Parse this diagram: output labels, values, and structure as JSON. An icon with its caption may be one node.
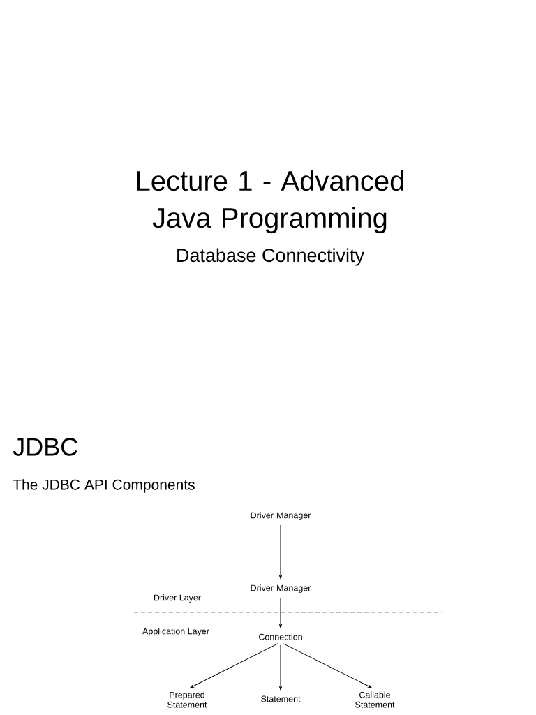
{
  "diagram": {
    "title": "Lecture 1 - Advanced Java Programming",
    "nodes": [
      {
        "text": [
          "Driver Manager"
        ]
      },
      {
        "text": [
          "Driver Manager"
        ]
      },
      {
        "text": [
          "Connection"
        ]
      },
      {
        "text": [
          "Prepared Statement"
        ]
      },
      {
        "text": [
          "Statement"
        ]
      },
      {
        "text": [
          "Callable Statement"
        ]
      }
    ],
    "edges": [
      {
        "from": 0,
        "to": 1,
        "arrow": "to"
      },
      {
        "from": 1,
        "to": 2,
        "arrow": "to"
      },
      {
        "from": 2,
        "to": 3,
        "arrow": "to"
      },
      {
        "from": 2,
        "to": 4,
        "arrow": "to"
      },
      {
        "from": 2,
        "to": 5,
        "arrow": "to"
      }
    ],
    "labels": [
      "Database Connectivity",
      "JDBC",
      "The JDBC API Components",
      "Driver Layer",
      "Application Layer"
    ]
  }
}
